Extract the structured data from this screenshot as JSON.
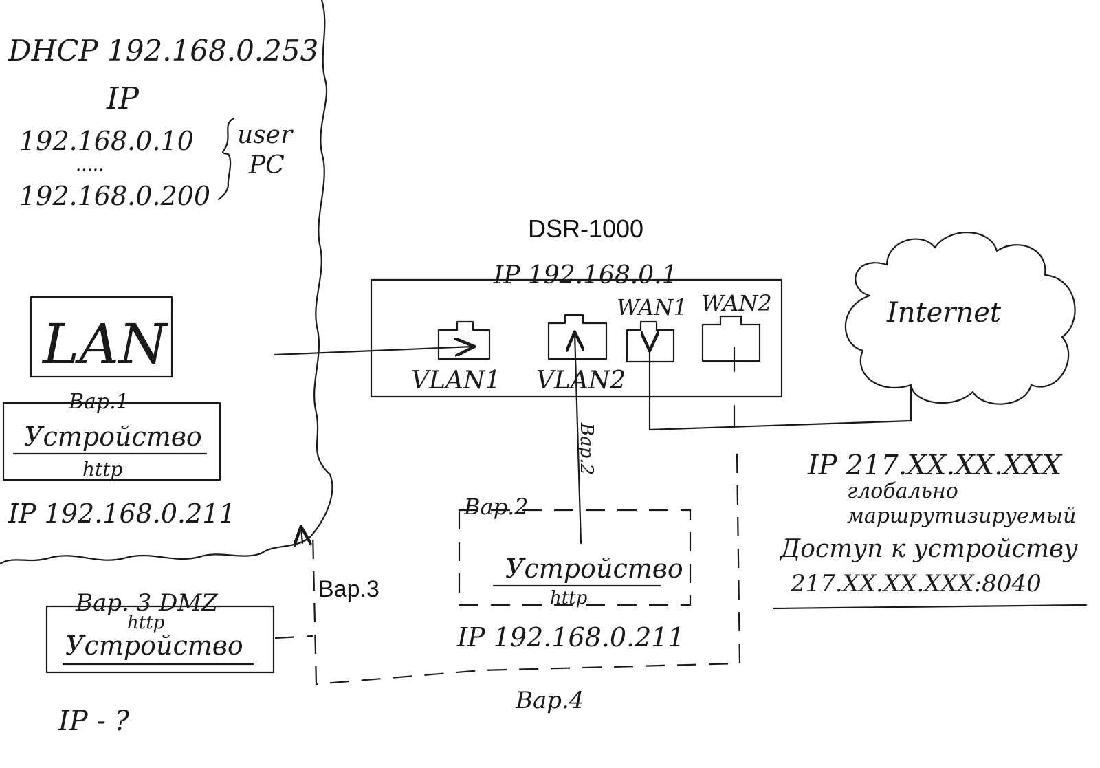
{
  "lan_zone": {
    "dhcp": "DHCP 192.168.0.253",
    "ip_heading": "IP",
    "range_start": "192.168.0.10",
    "range_dots": ".....",
    "range_end": "192.168.0.200",
    "range_note_1": "user",
    "range_note_2": "PC",
    "lan_label": "LAN",
    "var1_label": "Вар.1",
    "var1_device": "Устройство",
    "var1_protocol": "http",
    "var1_ip": "IP 192.168.0.211"
  },
  "router": {
    "model": "DSR-1000",
    "ip": "IP 192.168.0.1",
    "ports": {
      "vlan1": "VLAN1",
      "vlan2": "VLAN2",
      "wan1": "WAN1",
      "wan2": "WAN2"
    }
  },
  "internet": {
    "label": "Internet",
    "public_ip": "IP 217.XX.XX.XXX",
    "note_1": "глобально",
    "note_2": "маршрутизируемый",
    "access_label": "Доступ к устройству",
    "access_address": "217.XX.XX.XXX:8040"
  },
  "var2": {
    "label": "Вар.2",
    "arrow_label": "Вар.2",
    "device": "Устройство",
    "protocol": "http",
    "ip": "IP 192.168.0.211"
  },
  "var3": {
    "printed_label": "Вар.3",
    "label": "Вар. 3 DMZ",
    "protocol": "http",
    "device": "Устройство",
    "ip": "IP - ?"
  },
  "var4": {
    "label": "Вар.4"
  }
}
